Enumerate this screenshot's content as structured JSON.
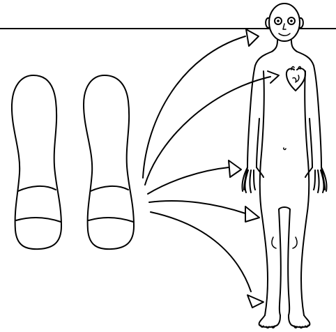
{
  "diagram": {
    "colors": {
      "ink": "#000000",
      "background": "#ffffff"
    },
    "left_object": {
      "type": "pair-of-footprint-insoles",
      "count": 2,
      "bands_per_insole": 2
    },
    "target_figure": {
      "type": "standing-human-outline",
      "visible_organ": "heart"
    },
    "arrows": {
      "count": 5,
      "targets": [
        "head",
        "heart",
        "hand",
        "knee",
        "foot"
      ]
    },
    "horizon_line": true
  }
}
